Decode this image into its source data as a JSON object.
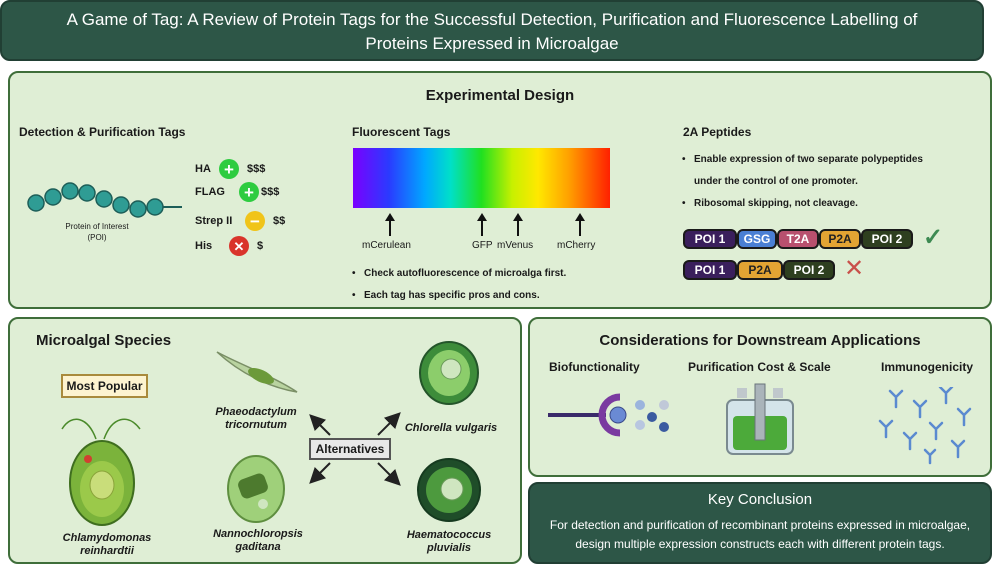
{
  "title": {
    "line1": "A Game of Tag: A Review of Protein Tags for the Successful Detection, Purification and Fluorescence Labelling of",
    "line2": "Proteins Expressed in Microalgae"
  },
  "experimental_design": {
    "title": "Experimental Design",
    "detection": {
      "title": "Detection & Purification Tags",
      "poi_label_line1": "Protein of Interest",
      "poi_label_line2": "(POI)",
      "tags": [
        {
          "name": "HA",
          "symbol": "+",
          "cost": "$$$",
          "color": "#2ecc40"
        },
        {
          "name": "FLAG",
          "symbol": "+",
          "cost": "$$$",
          "color": "#2ecc40"
        },
        {
          "name": "Strep II",
          "symbol": "−",
          "cost": "$$",
          "color": "#f0c419"
        },
        {
          "name": "His",
          "symbol": "✕",
          "cost": "$",
          "color": "#d9342b"
        }
      ]
    },
    "fluorescent": {
      "title": "Fluorescent Tags",
      "markers": [
        "mCerulean",
        "GFP",
        "mVenus",
        "mCherry"
      ],
      "bullets": [
        "Check autofluorescence of microalga first.",
        "Each tag has specific pros and cons."
      ]
    },
    "peptides": {
      "title": "2A Peptides",
      "bullets": [
        "Enable expression of two separate polypeptides",
        "under the control of one promoter.",
        "Ribosomal skipping, not cleavage."
      ],
      "construct1": [
        "POI 1",
        "GSG",
        "T2A",
        "P2A",
        "POI 2"
      ],
      "construct2": [
        "POI 1",
        "P2A",
        "POI 2"
      ],
      "check": "✓",
      "cross": "✕"
    }
  },
  "species": {
    "title": "Microalgal Species",
    "most_popular": "Most Popular",
    "alternatives": "Alternatives",
    "chlamy": [
      "Chlamydomonas",
      "reinhardtii"
    ],
    "phaeo": [
      "Phaeodactylum",
      "tricornutum"
    ],
    "chlorella": "Chlorella vulgaris",
    "nanno": [
      "Nannochloropsis",
      "gaditana"
    ],
    "haemato": [
      "Haematococcus",
      "pluvialis"
    ]
  },
  "considerations": {
    "title": "Considerations for Downstream Applications",
    "items": [
      "Biofunctionality",
      "Purification Cost & Scale",
      "Immunogenicity"
    ]
  },
  "conclusion": {
    "title": "Key Conclusion",
    "line1": "For detection and purification of recombinant proteins expressed in microalgae,",
    "line2": "design multiple expression constructs each with different protein tags."
  },
  "colors": {
    "dark_green": "#2d5647",
    "panel_bg": "#dfeed5",
    "poi": "#3a1f5c",
    "gsg": "#4a7fd4",
    "t2a": "#b8506e",
    "p2a": "#e3a433",
    "poi2": "#2e3f1f"
  }
}
